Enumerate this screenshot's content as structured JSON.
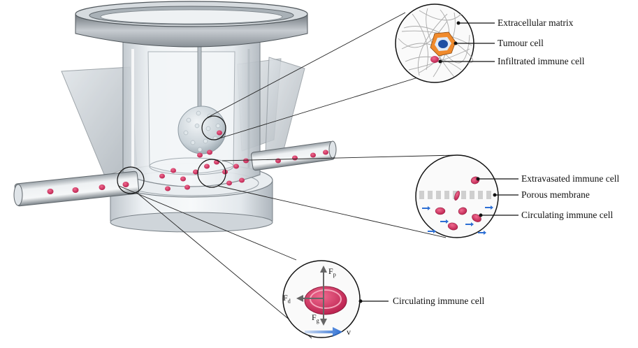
{
  "labels": {
    "extracellular_matrix": "Extracellular matrix",
    "tumour_cell": "Tumour cell",
    "infiltrated_immune_cell": "Infiltrated immune cell",
    "extravasated_immune_cell": "Extravasated immune cell",
    "porous_membrane": "Porous membrane",
    "circulating_immune_cell_right": "Circulating immune cell",
    "circulating_immune_cell_bottom": "Circulating immune cell"
  },
  "forces": {
    "f_main": "F",
    "p_sub": "p",
    "d_sub": "d",
    "g_sub": "g",
    "velocity": "v"
  },
  "colors": {
    "immune_cell": "#e0426f",
    "tumour_cell_core": "#1e4fa3",
    "tumour_cell_ring": "#f08a2c",
    "flow_arrow": "#2d6fd4",
    "membrane": "#c9c9c9"
  }
}
